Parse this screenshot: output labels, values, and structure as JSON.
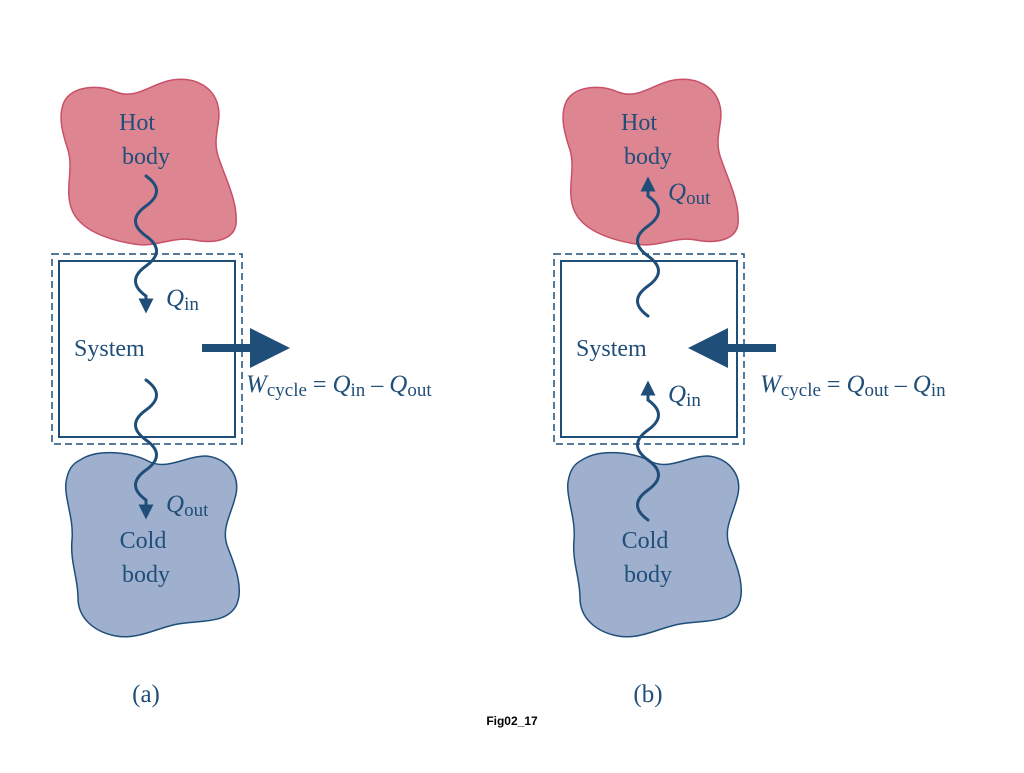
{
  "colors": {
    "hot_fill": "#de8592",
    "hot_stroke": "#c85068",
    "cold_fill": "#9fb0cf",
    "cold_stroke": "#1f4e79",
    "label": "#1f4e79",
    "arrow": "#1f4e79",
    "boundary": "#1f4e79"
  },
  "icons": {
    "heat_path": "wavy-arrow-icon",
    "work_path": "arrow-icon"
  },
  "panel_a": {
    "hot_body_lines": [
      "Hot",
      "body"
    ],
    "system": "System",
    "cold_body_lines": [
      "Cold",
      "body"
    ],
    "heat_in": {
      "symbol": "Q",
      "sub": "in"
    },
    "heat_out": {
      "symbol": "Q",
      "sub": "out"
    },
    "work_equation": {
      "w": "W",
      "w_sub": "cycle",
      "eq": " = ",
      "q1": "Q",
      "q1_sub": "in",
      "minus": " – ",
      "q2": "Q",
      "q2_sub": "out"
    },
    "caption": "(a)"
  },
  "panel_b": {
    "hot_body_lines": [
      "Hot",
      "body"
    ],
    "system": "System",
    "cold_body_lines": [
      "Cold",
      "body"
    ],
    "heat_out": {
      "symbol": "Q",
      "sub": "out"
    },
    "heat_in": {
      "symbol": "Q",
      "sub": "in"
    },
    "work_equation": {
      "w": "W",
      "w_sub": "cycle",
      "eq": " = ",
      "q1": "Q",
      "q1_sub": "out",
      "minus": " – ",
      "q2": "Q",
      "q2_sub": "in"
    },
    "caption": "(b)"
  },
  "figure_id": "Fig02_17"
}
